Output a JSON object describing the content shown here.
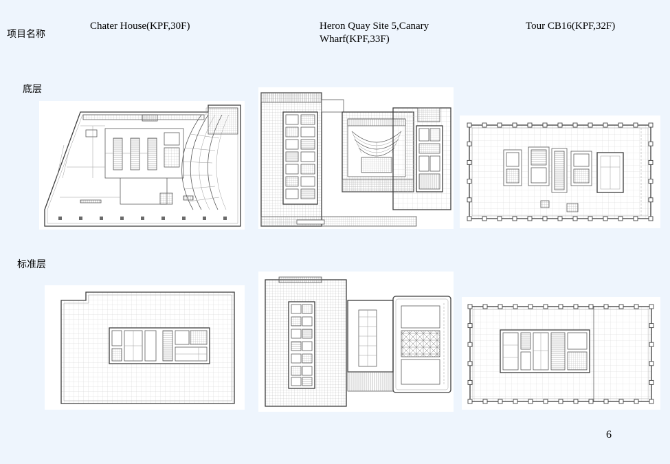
{
  "header": {
    "row_label": "项目名称",
    "projects": [
      "Chater House(KPF,30F)",
      "Heron Quay Site 5,Canary Wharf(KPF,33F)",
      "Tour CB16(KPF,32F)"
    ]
  },
  "rows": {
    "ground_floor": "底层",
    "standard_floor": "标准层"
  },
  "slide": {
    "page_number": "6"
  },
  "colors": {
    "background": "#eef5fd",
    "drawing_line": "#5a5a5a",
    "drawing_sheet": "#ffffff"
  }
}
